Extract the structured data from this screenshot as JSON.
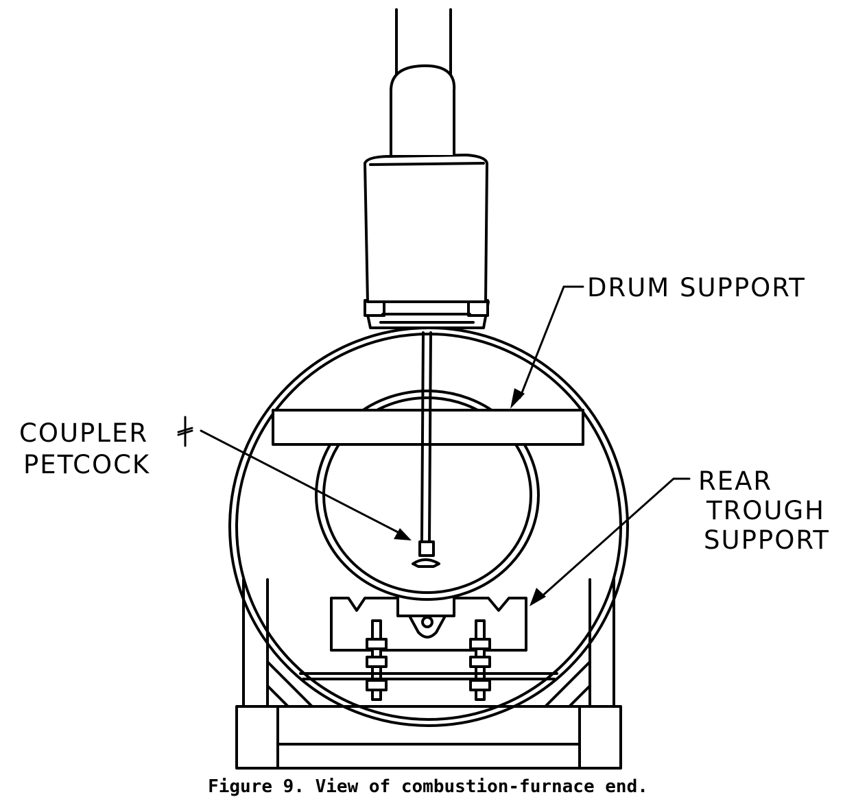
{
  "labels": {
    "drum_support": "DRUM SUPPORT",
    "coupler_line1": "COUPLER",
    "coupler_line2": "PETCOCK",
    "rear_line1": "REAR",
    "rear_line2": "TROUGH",
    "rear_line3": "SUPPORT"
  },
  "caption": "Figure 9. View of combustion-furnace end."
}
